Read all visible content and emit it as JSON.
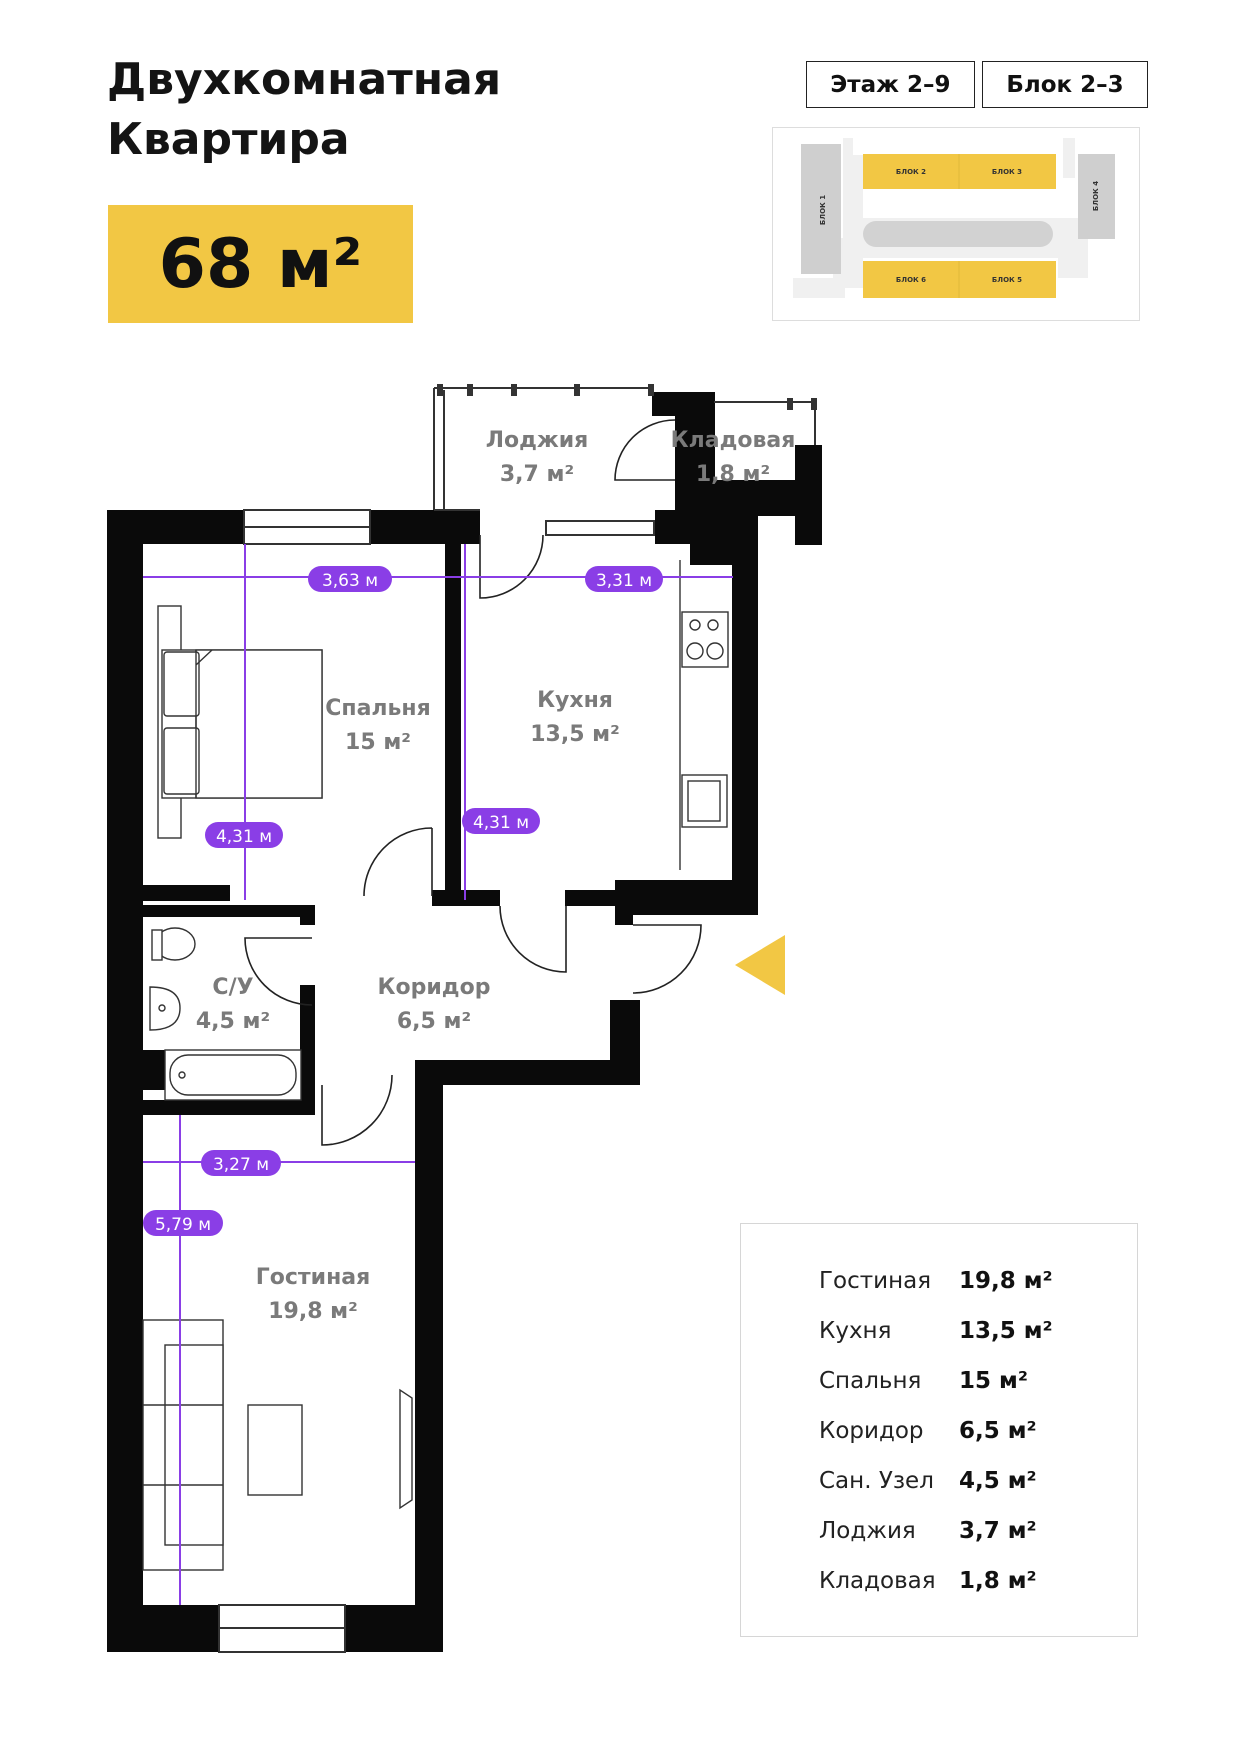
{
  "header": {
    "title_line1": "Двухкомнатная",
    "title_line2": "Квартира",
    "total_area": "68 м²",
    "floor": "Этаж 2–9",
    "block": "Блок 2–3"
  },
  "site_map": {
    "blocks": [
      "БЛОК 1",
      "БЛОК 2",
      "БЛОК 3",
      "БЛОК 4",
      "БЛОК 5",
      "БЛОК 6"
    ],
    "highlight_color": "#f2c744"
  },
  "rooms": {
    "loggia": {
      "name": "Лоджия",
      "area": "3,7 м²"
    },
    "storage": {
      "name": "Кладовая",
      "area": "1,8 м²"
    },
    "bedroom": {
      "name": "Спальня",
      "area": "15 м²"
    },
    "kitchen": {
      "name": "Кухня",
      "area": "13,5 м²"
    },
    "bathroom": {
      "name": "С/У",
      "area": "4,5 м²"
    },
    "corridor": {
      "name": "Коридор",
      "area": "6,5 м²"
    },
    "living": {
      "name": "Гостиная",
      "area": "19,8 м²"
    }
  },
  "dimensions": {
    "bedroom_width": "3,63 м",
    "kitchen_width": "3,31 м",
    "bedroom_depth": "4,31 м",
    "kitchen_depth": "4,31 м",
    "living_width": "3,27 м",
    "living_depth": "5,79 м"
  },
  "legend": [
    {
      "name": "Гостиная",
      "value": "19,8 м²"
    },
    {
      "name": "Кухня",
      "value": "13,5 м²"
    },
    {
      "name": "Спальня",
      "value": "15 м²"
    },
    {
      "name": "Коридор",
      "value": "6,5 м²"
    },
    {
      "name": "Сан. Узел",
      "value": "4,5 м²"
    },
    {
      "name": "Лоджия",
      "value": "3,7 м²"
    },
    {
      "name": "Кладовая",
      "value": "1,8 м²"
    }
  ],
  "colors": {
    "accent": "#f2c744",
    "dimension": "#8a3ee6",
    "wall": "#0a0a0a"
  }
}
